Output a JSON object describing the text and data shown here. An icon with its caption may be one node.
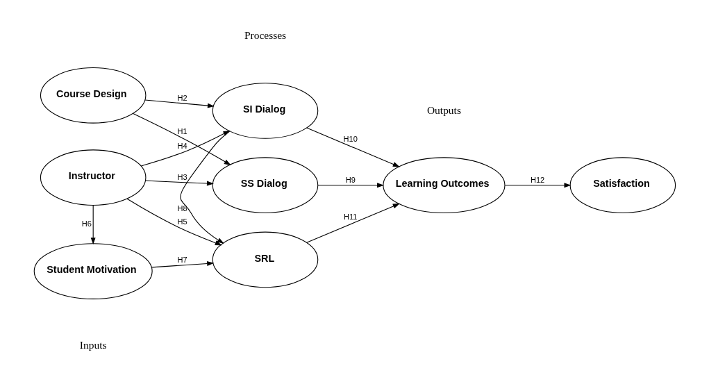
{
  "diagram": {
    "nodes": [
      {
        "text": [
          "Course Design"
        ]
      },
      {
        "text": [
          "Instructor"
        ]
      },
      {
        "text": [
          "Student Motivation"
        ]
      },
      {
        "text": [
          "SS Dialog"
        ]
      },
      {
        "text": [
          "SI Dialog"
        ]
      },
      {
        "text": [
          "SRL"
        ]
      },
      {
        "text": [
          "Learning Outcomes"
        ]
      },
      {
        "text": [
          "Satisfaction"
        ]
      }
    ],
    "edges": [
      {
        "from": 0,
        "to": 3,
        "arrow": "to",
        "label": "H1"
      },
      {
        "from": 0,
        "to": 4,
        "arrow": "to",
        "label": "H2"
      },
      {
        "from": 1,
        "to": 3,
        "arrow": "to",
        "label": "H3"
      },
      {
        "from": 1,
        "to": 4,
        "arrow": "to",
        "label": "H4"
      },
      {
        "from": 1,
        "to": 5,
        "arrow": "to",
        "label": "H5"
      },
      {
        "from": 1,
        "to": 2,
        "arrow": "to",
        "label": "H6"
      },
      {
        "from": 2,
        "to": 5,
        "arrow": "to",
        "label": "H7"
      },
      {
        "from": 4,
        "to": 5,
        "arrow": "to",
        "label": "H8"
      },
      {
        "from": 3,
        "to": 6,
        "arrow": "to",
        "label": "H9"
      },
      {
        "from": 4,
        "to": 6,
        "arrow": "to",
        "label": "H10"
      },
      {
        "from": 5,
        "to": 6,
        "arrow": "to",
        "label": "H11"
      },
      {
        "from": 6,
        "to": 7,
        "arrow": "to",
        "label": "H12"
      }
    ],
    "labels": [
      "Inputs",
      "Processes",
      "Outputs"
    ]
  }
}
